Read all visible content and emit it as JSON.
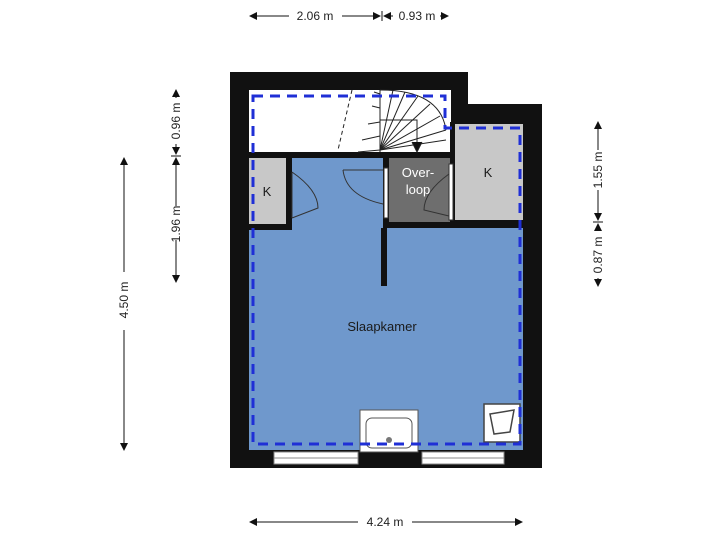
{
  "rooms": {
    "bedroom": "Slaapkamer",
    "landing_line1": "Over-",
    "landing_line2": "loop",
    "closet_left": "K",
    "closet_right": "K"
  },
  "dimensions": {
    "top_left": "2.06 m",
    "top_right": "0.93 m",
    "bottom": "4.24 m",
    "left_total": "4.50 m",
    "left_upper": "0.96 m",
    "left_lower": "1.96 m",
    "right_upper": "1.55 m",
    "right_lower": "0.87 m"
  },
  "colors": {
    "wall": "#111111",
    "bedroom_floor": "#6f98cc",
    "landing_floor": "#6e6e6e",
    "closet_floor": "#c8c8c8",
    "dashed_line": "#1f2fd6"
  }
}
